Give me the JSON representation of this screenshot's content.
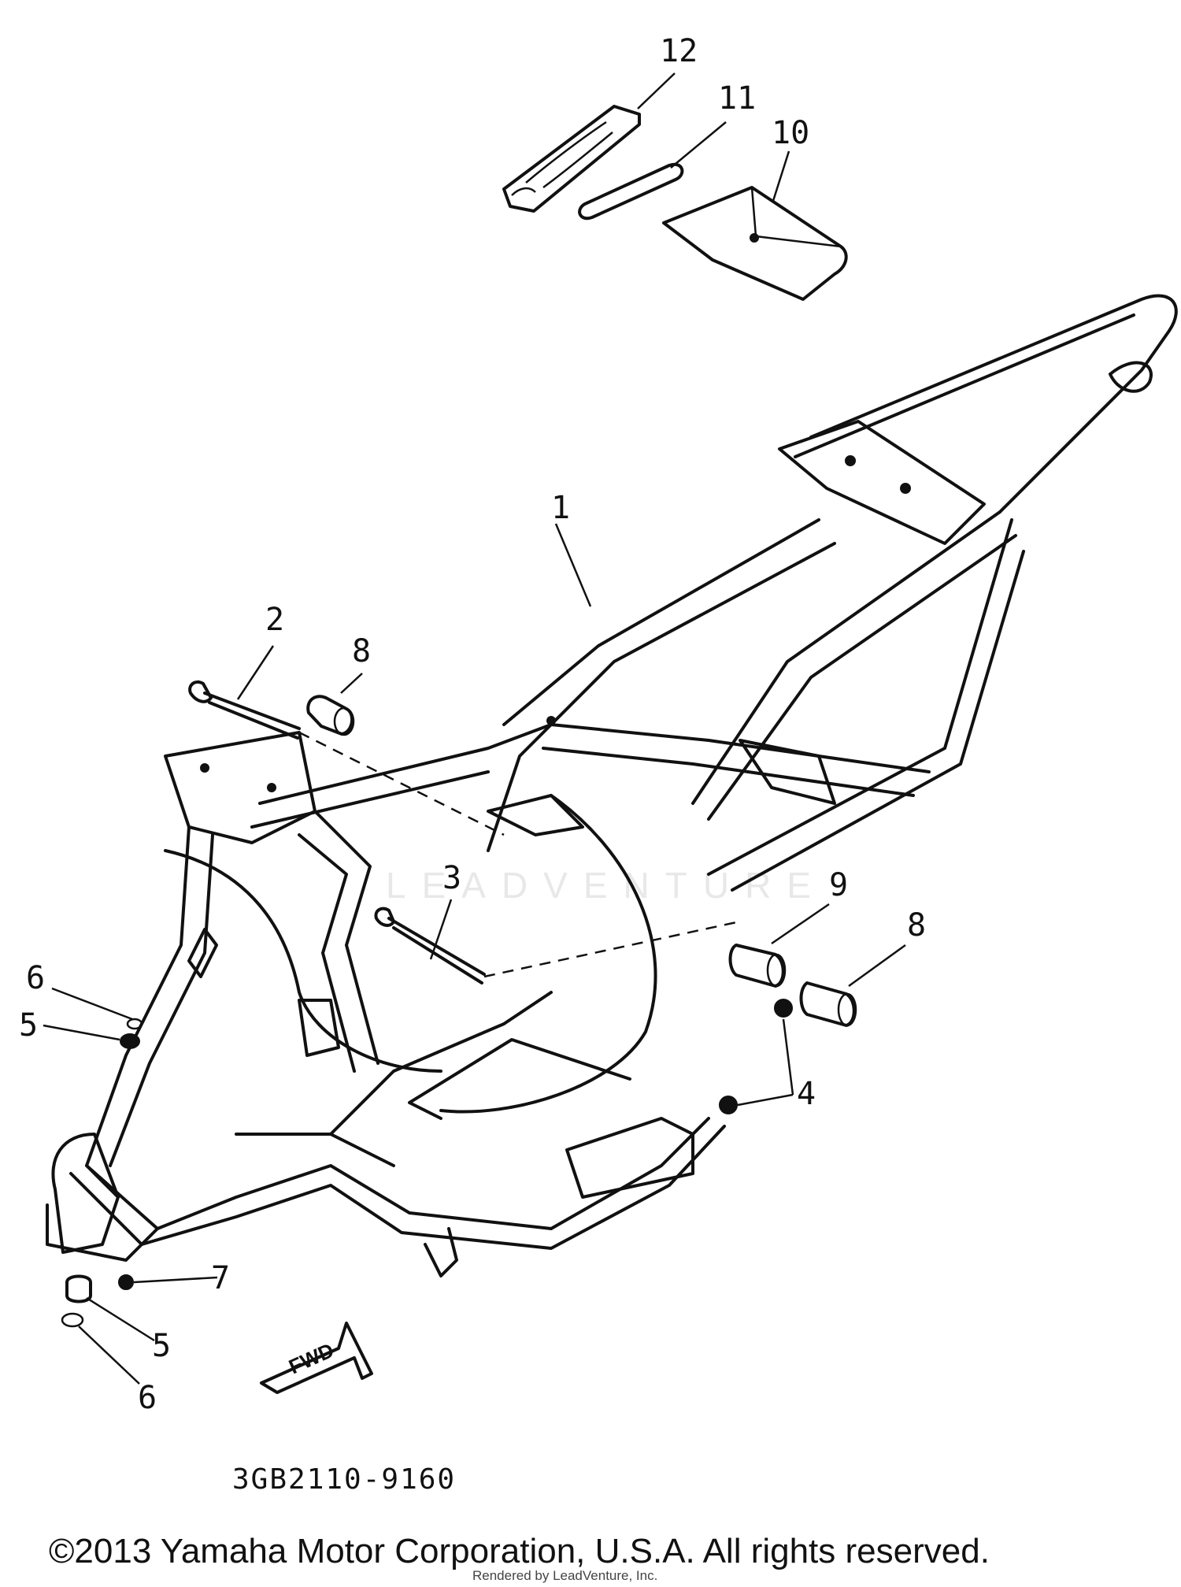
{
  "diagram": {
    "callouts": [
      {
        "id": "c12",
        "text": "12"
      },
      {
        "id": "c11",
        "text": "11"
      },
      {
        "id": "c10",
        "text": "10"
      },
      {
        "id": "c1",
        "text": "1"
      },
      {
        "id": "c2",
        "text": "2"
      },
      {
        "id": "c8a",
        "text": "8"
      },
      {
        "id": "c3",
        "text": "3"
      },
      {
        "id": "c9",
        "text": "9"
      },
      {
        "id": "c8b",
        "text": "8"
      },
      {
        "id": "c4",
        "text": "4"
      },
      {
        "id": "c6a",
        "text": "6"
      },
      {
        "id": "c5a",
        "text": "5"
      },
      {
        "id": "c7",
        "text": "7"
      },
      {
        "id": "c5b",
        "text": "5"
      },
      {
        "id": "c6b",
        "text": "6"
      }
    ],
    "fwd_label": "FWD",
    "watermark": "LEADVENTURE",
    "part_code": "3GB2110-9160"
  },
  "footer": {
    "copyright": "©2013 Yamaha Motor Corporation, U.S.A. All rights reserved.",
    "rendered_by": "Rendered by LeadVenture, Inc."
  }
}
